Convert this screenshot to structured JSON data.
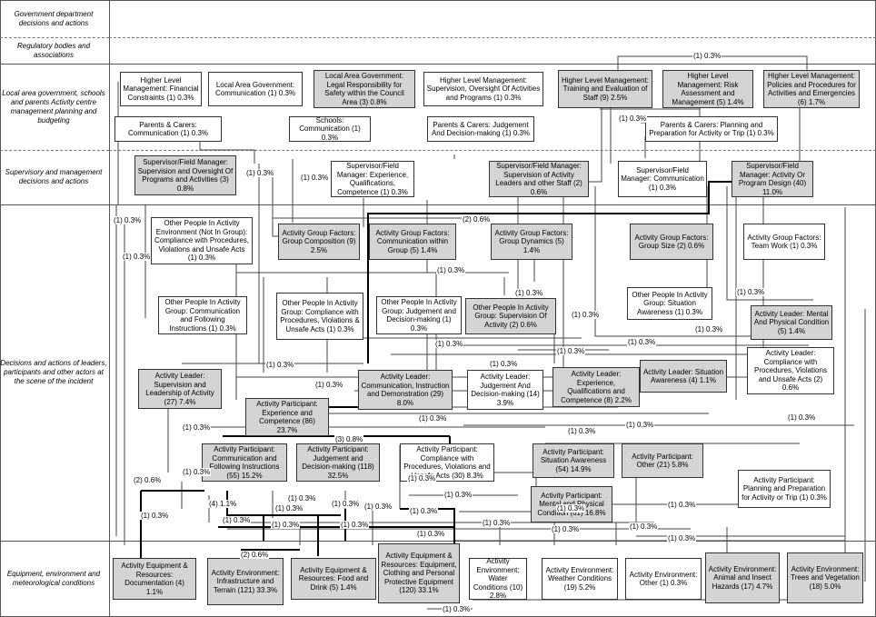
{
  "levels": [
    "Government department decisions and actions",
    "Regulatory bodies and associations",
    "Local area government, schools and parents Activity centre management planning and budgeting",
    "Supervisory and management decisions and actions",
    "Decisions and actions of leaders, participants and other actors at the scene of the incident",
    "Equipment, environment and meteorological conditions"
  ],
  "boxes": {
    "hlm_financial": "Higher Level Management: Financial Constraints (1) 0.3%",
    "lag_comm": "Local Area Government: Communication (1) 0.3%",
    "lag_legal": "Local Area Government: Legal Responsibility for Safety within the Council Area (3) 0.8%",
    "hlm_supervision": "Higher Level Management: Supervision, Oversight Of Activities and Programs (1) 0.3%",
    "hlm_training": "Higher Level Management: Training and Evaluation of Staff (9) 2.5%",
    "hlm_risk": "Higher Level Management: Risk Assessment and Management (5) 1.4%",
    "hlm_policies": "Higher Level Management: Policies and Procedures for Activities and Emergencies (6) 1.7%",
    "pc_comm": "Parents & Carers: Communication (1) 0.3%",
    "schools_comm": "Schools: Communication (1) 0.3%",
    "pc_judgement": "Parents & Carers: Judgement And Decision-making (1) 0.3%",
    "pc_planning": "Parents & Carers: Planning and Preparation for Activity or Trip (1) 0.3%",
    "sfm_supervision": "Supervisor/Field Manager: Supervision and Oversight Of Programs and Activities (3) 0.8%",
    "sfm_experience": "Supervisor/Field Manager: Experience, Qualifications, Competence (1) 0.3%",
    "sfm_leaders": "Supervisor/Field Manager: Supervision of Activity Leaders and other Staff (2) 0.6%",
    "sfm_comm": "Supervisor/Field Manager: Communication (1) 0.3%",
    "sfm_design": "Supervisor/Field Manager: Activity Or Program Design (40) 11.0%",
    "op_not_in_group": "Other People In Activity Environment (Not In Group): Compliance with Procedures, Violations and Unsafe Acts (1) 0.3%",
    "agf_composition": "Activity Group Factors: Group Composition (9) 2.5%",
    "agf_comm": "Activity Group Factors: Communication within Group (5) 1.4%",
    "agf_dynamics": "Activity Group Factors: Group Dynamics (5) 1.4%",
    "agf_size": "Activity Group Factors: Group Size (2) 0.6%",
    "agf_teamwork": "Activity Group Factors: Team Work (1) 0.3%",
    "op_comm": "Other People In Activity Group: Communication and Following Instructions (1) 0.3%",
    "op_compliance": "Other People In Activity Group: Compliance with Procedures, Violations & Unsafe Acts (1) 0.3%",
    "op_judgement": "Other People In Activity Group: Judgement and Decision-making (1) 0.3%",
    "op_supervision": "Other People In Activity Group: Supervision Of Activity (2) 0.6%",
    "op_situation": "Other People In Activity Group: Situation Awareness (1) 0.3%",
    "al_mental": "Activity Leader: Mental And Physical Condition (5) 1.4%",
    "al_compliance": "Activity Leader: Compliance with Procedures, Violations and Unsafe Acts (2) 0.6%",
    "al_supervision": "Activity Leader: Supervision and Leadership of Activity (27) 7.4%",
    "al_comm": "Activity Leader: Communication, Instruction and Demonstration (29) 8.0%",
    "al_judgement": "Activity Leader: Judgement And Decision-making (14) 3.9%",
    "al_experience": "Activity Leader: Experience, Qualifications and Competence (8) 2.2%",
    "al_situation": "Activity Leader: Situation Awareness (4) 1.1%",
    "ap_experience": "Activity Participant: Experience and Competence (86) 23.7%",
    "ap_comm": "Activity Participant: Communication and Following Instructions (55) 15.2%",
    "ap_judgement": "Activity Participant: Judgement and Decision-making (118) 32.5%",
    "ap_compliance": "Activity Participant: Compliance with Procedures, Violations and Unsafe Acts (30) 8.3%",
    "ap_situation": "Activity Participant: Situation Awareness (54) 14.9%",
    "ap_other": "Activity Participant: Other (21) 5.8%",
    "ap_mental": "Activity Participant: Mental and Physical Condition (61) 16.8%",
    "ap_planning": "Activity Participant: Planning and Preparation for Activity or Trip (1) 0.3%",
    "aer_documentation": "Activity Equipment & Resources: Documentation (4) 1.1%",
    "ae_infrastructure": "Activity Environment: Infrastructure and Terrain (121) 33.3%",
    "aer_food": "Activity Equipment & Resources: Food and Drink (5) 1.4%",
    "aer_equipment": "Activity Equipment & Resources: Equipment, Clothing and Personal Protective Equipment (120) 33.1%",
    "ae_water": "Activity Environment: Water Conditions (10) 2.8%",
    "ae_weather": "Activity Environment: Weather Conditions (19) 5.2%",
    "ae_other": "Activity Environment: Other (1) 0.3%",
    "ae_animal": "Activity Environment: Animal and Insect Hazards (17) 4.7%",
    "ae_trees": "Activity Environment: Trees and Vegetation (18) 5.0%"
  },
  "edge_labels": [
    "(1) 0.3%",
    "(1) 0.3%",
    "(1) 0.3%",
    "(1) 0.3%",
    "(1) 0.3%",
    "(1) 0.3%",
    "(2) 0.6%",
    "(1) 0.3%",
    "(1) 0.3%",
    "(1) 0.3%",
    "(1) 0.3%",
    "(1) 0.3%",
    "(1) 0.3%",
    "(1) 0.3%",
    "(1) 0.3%",
    "(1) 0.3%",
    "(1) 0.3%",
    "(1) 0.3%",
    "(1) 0.3%",
    "(1) 0.3%",
    "(1) 0.3%",
    "(1) 0.3%",
    "(1) 0.3%",
    "(3) 0.8%",
    "(1) 0.3%",
    "(1) 0.3%",
    "(2) 0.6%",
    "(1) 0.3%",
    "(1) 0.3%",
    "(1) 0.3%",
    "(4) 1.1%",
    "(1) 0.3%",
    "(1) 0.3%",
    "(1) 0.3%",
    "(1) 0.3%",
    "(1) 0.3%",
    "(1) 0.3%",
    "(1) 0.3%",
    "(1) 0.3%",
    "(1) 0.3%",
    "(1) 0.3%",
    "(1) 0.3%",
    "(1) 0.3%",
    "(1) 0.3%",
    "(2) 0.6%",
    "(1) 0.3%",
    "(1) 0.3%"
  ]
}
